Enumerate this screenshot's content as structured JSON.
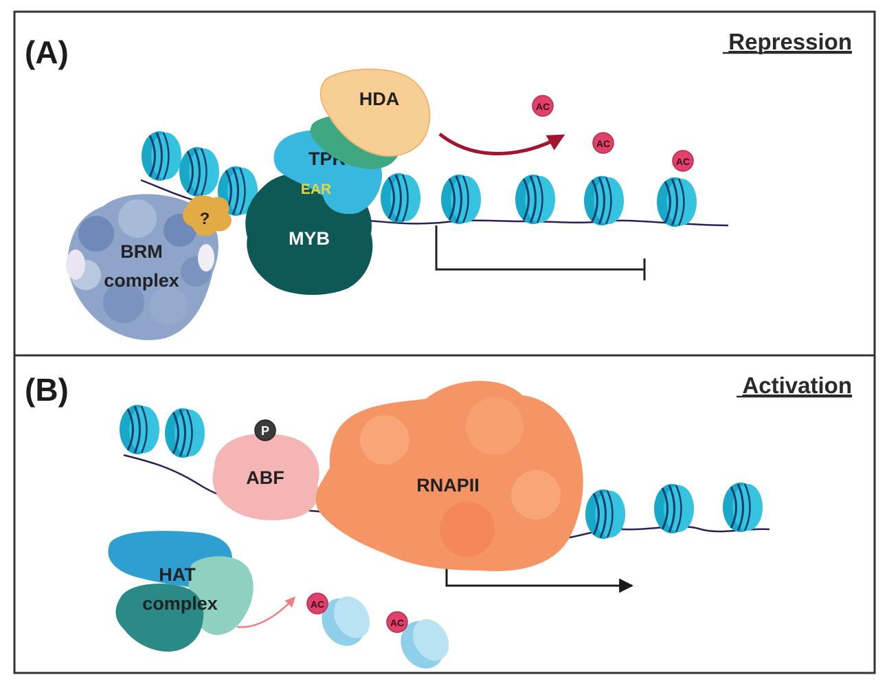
{
  "panel_a": {
    "letter": "(A)",
    "title": "Repression",
    "labels": {
      "hda": "HDA",
      "unknown_top": "?",
      "tpr": "TPR",
      "ear": "EAR",
      "myb": "MYB",
      "unknown_brm": "?",
      "brm_line1": "BRM",
      "brm_line2": "complex"
    },
    "ac_marks": [
      "AC",
      "AC",
      "AC"
    ]
  },
  "panel_b": {
    "letter": "(B)",
    "title": "Activation",
    "labels": {
      "phospho": "P",
      "abf": "ABF",
      "rnapii": "RNAPII",
      "hat_line1": "HAT",
      "hat_line2": "complex"
    },
    "ac_marks": [
      "AC",
      "AC"
    ]
  },
  "colors": {
    "nucleosome": "#1aa8c8",
    "hda": "#f7cf94",
    "tpr": "#38b8de",
    "myb": "#0e5855",
    "ear": "#e2d83c",
    "brm": "#8ea5c9",
    "abf": "#f5b5b5",
    "rnapii": "#f59464",
    "hat": "#2f9fd1",
    "ac": "#e0416b",
    "red_arrow": "#a01530"
  }
}
